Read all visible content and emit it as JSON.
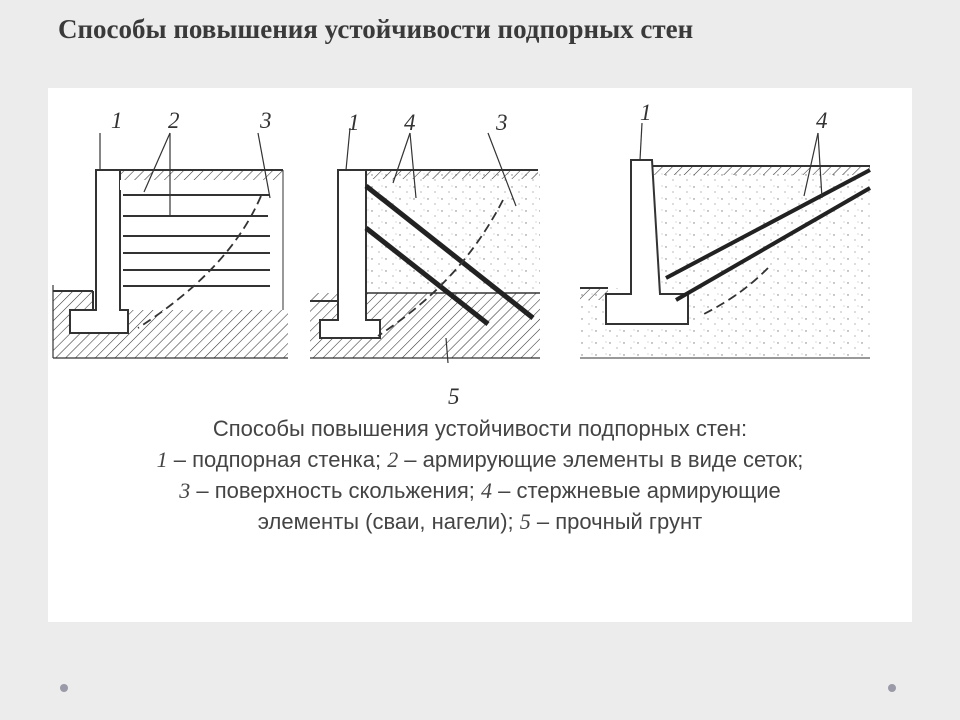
{
  "slide": {
    "title": "Способы повышения устойчивости подпорных стен"
  },
  "figure": {
    "labels": {
      "p1": [
        "1",
        "2",
        "3"
      ],
      "p2": [
        "1",
        "4",
        "3"
      ],
      "p3": [
        "1",
        "4"
      ],
      "below": "5"
    },
    "caption": {
      "line1": "Способы повышения устойчивости подпорных стен:",
      "l2_n1": "1",
      "l2_t1": " – подпорная стенка; ",
      "l2_n2": "2",
      "l2_t2": " – армирующие элементы в виде сеток;",
      "l3_n3": "3",
      "l3_t3": " – поверхность скольжения; ",
      "l3_n4": "4",
      "l3_t4": " –  стержневые армирующие",
      "l4_t1": "элементы (сваи, нагели); ",
      "l4_n5": "5",
      "l4_t2": " – прочный грунт"
    }
  },
  "colors": {
    "background": "#ececec",
    "panel": "#ffffff",
    "ink": "#333333",
    "dot": "#9a9aa8"
  }
}
